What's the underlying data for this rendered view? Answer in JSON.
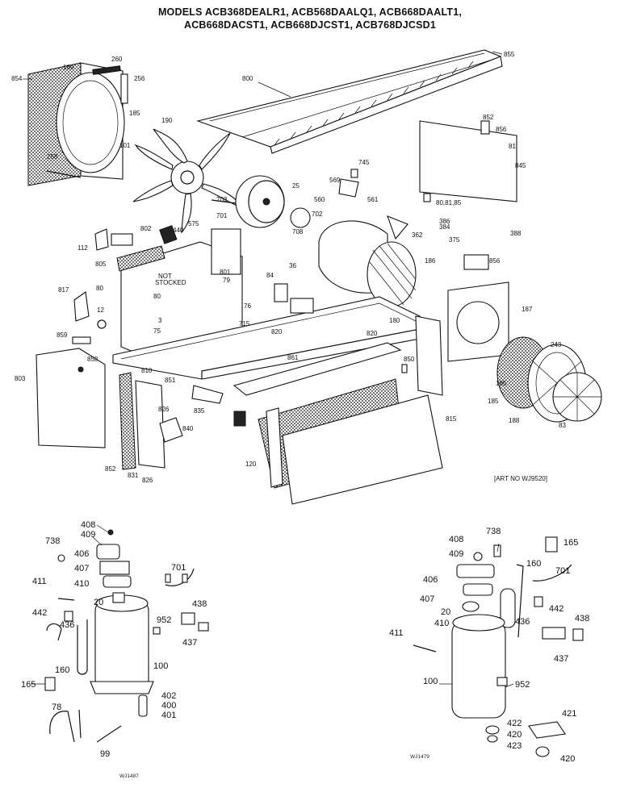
{
  "header": {
    "line1": "MODELS ACB368DEALR1, ACB568DAALQ1, ACB668DAALT1,",
    "line2": "ACB668DACST1, ACB668DJCST1, ACB768DJCSD1"
  },
  "art_no": "[ART NO WJ9520]",
  "sig_left": "WJ1487",
  "sig_right": "WJ1479",
  "callouts": [
    {
      "id": "c854",
      "text": "854"
    },
    {
      "id": "c189",
      "text": "189"
    },
    {
      "id": "c260",
      "text": "260"
    },
    {
      "id": "c256",
      "text": "256"
    },
    {
      "id": "c185a",
      "text": "185"
    },
    {
      "id": "c258",
      "text": "258"
    },
    {
      "id": "c800",
      "text": "800"
    },
    {
      "id": "c855",
      "text": "855"
    },
    {
      "id": "c190",
      "text": "190"
    },
    {
      "id": "c101",
      "text": "101"
    },
    {
      "id": "c852",
      "text": "852"
    },
    {
      "id": "c856",
      "text": "856"
    },
    {
      "id": "c81",
      "text": "81"
    },
    {
      "id": "c845",
      "text": "845"
    },
    {
      "id": "c745",
      "text": "745"
    },
    {
      "id": "c569",
      "text": "569"
    },
    {
      "id": "c25",
      "text": "25"
    },
    {
      "id": "c80s",
      "text": "80,81,85"
    },
    {
      "id": "c703",
      "text": "703"
    },
    {
      "id": "c701",
      "text": "701"
    },
    {
      "id": "c702",
      "text": "702"
    },
    {
      "id": "c560",
      "text": "560"
    },
    {
      "id": "c561",
      "text": "561"
    },
    {
      "id": "c386",
      "text": "386"
    },
    {
      "id": "c384",
      "text": "384"
    },
    {
      "id": "c575",
      "text": "575"
    },
    {
      "id": "c388",
      "text": "388"
    },
    {
      "id": "c802",
      "text": "802"
    },
    {
      "id": "c440",
      "text": "440"
    },
    {
      "id": "c112",
      "text": "112"
    },
    {
      "id": "c708",
      "text": "708"
    },
    {
      "id": "c362",
      "text": "362"
    },
    {
      "id": "c375",
      "text": "375"
    },
    {
      "id": "c36",
      "text": "36"
    },
    {
      "id": "c186",
      "text": "186"
    },
    {
      "id": "c856b",
      "text": "856"
    },
    {
      "id": "c805",
      "text": "805"
    },
    {
      "id": "c801",
      "text": "801"
    },
    {
      "id": "cnot",
      "text": "NOT"
    },
    {
      "id": "cstk",
      "text": "STOCKED"
    },
    {
      "id": "c80",
      "text": "80"
    },
    {
      "id": "c79",
      "text": "79"
    },
    {
      "id": "c80b",
      "text": "80"
    },
    {
      "id": "c84",
      "text": "84"
    },
    {
      "id": "c817",
      "text": "817"
    },
    {
      "id": "c12",
      "text": "12"
    },
    {
      "id": "c75",
      "text": "75"
    },
    {
      "id": "c715",
      "text": "715"
    },
    {
      "id": "c76",
      "text": "76"
    },
    {
      "id": "c820",
      "text": "820"
    },
    {
      "id": "c3",
      "text": "3"
    },
    {
      "id": "c180",
      "text": "180"
    },
    {
      "id": "c187",
      "text": "187"
    },
    {
      "id": "c859",
      "text": "859"
    },
    {
      "id": "c858",
      "text": "858"
    },
    {
      "id": "c861",
      "text": "861"
    },
    {
      "id": "c820b",
      "text": "820"
    },
    {
      "id": "c803",
      "text": "803"
    },
    {
      "id": "c185b",
      "text": "185"
    },
    {
      "id": "c243",
      "text": "243"
    },
    {
      "id": "c810",
      "text": "810"
    },
    {
      "id": "c851",
      "text": "851"
    },
    {
      "id": "c835",
      "text": "835"
    },
    {
      "id": "c826",
      "text": "826"
    },
    {
      "id": "c840",
      "text": "840"
    },
    {
      "id": "c815",
      "text": "815"
    },
    {
      "id": "c188",
      "text": "188"
    },
    {
      "id": "c83",
      "text": "83"
    },
    {
      "id": "c850",
      "text": "850"
    },
    {
      "id": "c185c",
      "text": "185"
    },
    {
      "id": "c852b",
      "text": "852"
    },
    {
      "id": "c831",
      "text": "831"
    },
    {
      "id": "c826b",
      "text": "826"
    },
    {
      "id": "c120",
      "text": "120"
    },
    {
      "id": "l408",
      "text": "408"
    },
    {
      "id": "l409",
      "text": "409"
    },
    {
      "id": "l738",
      "text": "738"
    },
    {
      "id": "l406",
      "text": "406"
    },
    {
      "id": "l407",
      "text": "407"
    },
    {
      "id": "l410",
      "text": "410"
    },
    {
      "id": "l411",
      "text": "411"
    },
    {
      "id": "l701",
      "text": "701"
    },
    {
      "id": "l442",
      "text": "442"
    },
    {
      "id": "l436",
      "text": "436"
    },
    {
      "id": "l20",
      "text": "20"
    },
    {
      "id": "l952",
      "text": "952"
    },
    {
      "id": "l438",
      "text": "438"
    },
    {
      "id": "l160",
      "text": "160"
    },
    {
      "id": "l100",
      "text": "100"
    },
    {
      "id": "l437",
      "text": "437"
    },
    {
      "id": "l165",
      "text": "165"
    },
    {
      "id": "l402",
      "text": "402"
    },
    {
      "id": "l400",
      "text": "400"
    },
    {
      "id": "l401",
      "text": "401"
    },
    {
      "id": "l78",
      "text": "78"
    },
    {
      "id": "l99",
      "text": "99"
    },
    {
      "id": "r408",
      "text": "408"
    },
    {
      "id": "r738",
      "text": "738"
    },
    {
      "id": "r165",
      "text": "165"
    },
    {
      "id": "r409",
      "text": "409"
    },
    {
      "id": "r160",
      "text": "160"
    },
    {
      "id": "r406",
      "text": "406"
    },
    {
      "id": "r701",
      "text": "701"
    },
    {
      "id": "r407",
      "text": "407"
    },
    {
      "id": "r442",
      "text": "442"
    },
    {
      "id": "r20",
      "text": "20"
    },
    {
      "id": "r410",
      "text": "410"
    },
    {
      "id": "r436",
      "text": "436"
    },
    {
      "id": "r438",
      "text": "438"
    },
    {
      "id": "r411",
      "text": "411"
    },
    {
      "id": "r437",
      "text": "437"
    },
    {
      "id": "r100",
      "text": "100"
    },
    {
      "id": "r952",
      "text": "952"
    },
    {
      "id": "r421",
      "text": "421"
    },
    {
      "id": "r422",
      "text": "422"
    },
    {
      "id": "r420",
      "text": "420"
    },
    {
      "id": "r423",
      "text": "423"
    },
    {
      "id": "r420b",
      "text": "420"
    }
  ]
}
